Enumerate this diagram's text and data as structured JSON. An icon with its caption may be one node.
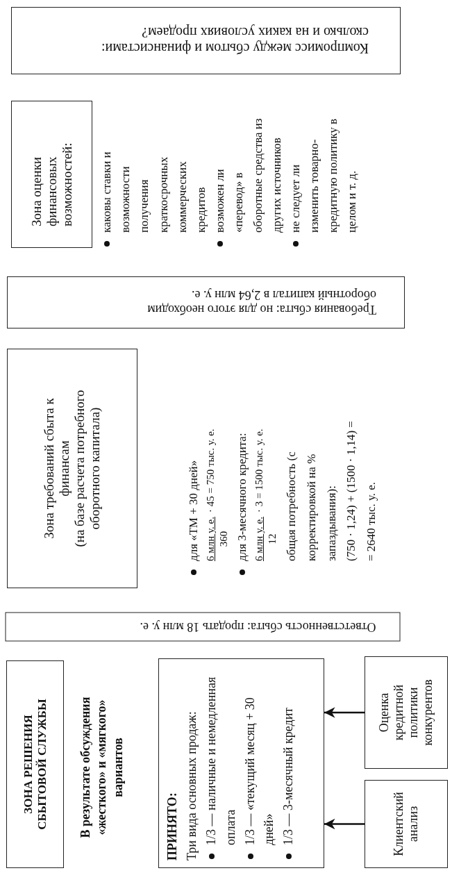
{
  "diagram": {
    "nodes": [
      {
        "text": [
          "ЗОНА РЕШЕНИЯ СБЫТОВОЙ СЛУЖБЫ"
        ]
      },
      {
        "text": [
          "ПРИНЯТО:",
          "Три вида основных продаж:",
          "1/3 — наличные и немедленная оплата",
          "1/3 — «текущий месяц + 30 дней»",
          "1/3 — 3-месячный кредит"
        ]
      },
      {
        "text": [
          "Клиентский анализ"
        ]
      },
      {
        "text": [
          "Оценка кредитной политики конкурентов"
        ]
      },
      {
        "text": [
          "Ответственность сбыта: продать 18 млн у. е."
        ]
      },
      {
        "text": [
          "Зона требований сбыта к финансам",
          "(на базе расчета потребного оборотного капитала)"
        ]
      },
      {
        "text": [
          "Требования сбыта: но для этого необходим оборотный капитал в 2,64 млн у. е."
        ]
      },
      {
        "text": [
          "Зона оценки финансовых возможностей:"
        ]
      },
      {
        "text": [
          "Компромисс между сбытом и финансистами: сколько и на каких условиях продаем?"
        ]
      }
    ],
    "edges": [
      {
        "from": 3,
        "to": 1,
        "arrow": "to"
      },
      {
        "from": 2,
        "to": 1,
        "arrow": "to"
      }
    ],
    "labels": [
      "В результате обсуждения «жесткого» и «мягкого» вариантов",
      "для «ТМ + 30 дней»",
      "6 млн у. е.",
      "360",
      "· 45 = 750 тыс. у. е.",
      "для 3-месячного кредита:",
      "6 млн у. е.",
      "12",
      "· 3 = 1500 тыс. у. е.",
      "общая потребность (с корректировкой на % запаздывания):",
      "(750 · 1,24) + (1500 · 1,14) =",
      "= 2640 тыс. у. е.",
      "каковы ставки и возможности получения краткосрочных коммерческих кредитов",
      "возможен ли «перевод» в оборотные средства из других источников",
      "не следует ли изменить товарно-кредитную политику в целом и т. д."
    ]
  }
}
